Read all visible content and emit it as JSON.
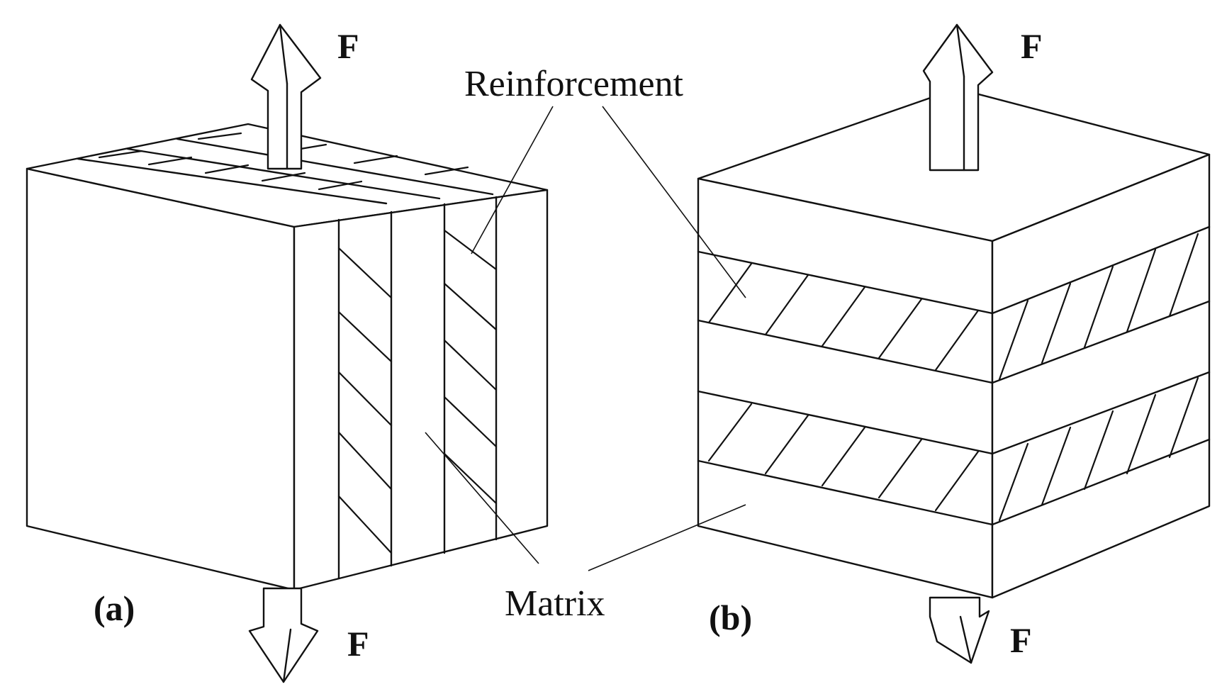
{
  "labels": {
    "force_top_a": "F",
    "force_bottom_a": "F",
    "force_top_b": "F",
    "force_bottom_b": "F",
    "reinforcement": "Reinforcement",
    "matrix": "Matrix",
    "panel_a": "(a)",
    "panel_b": "(b)"
  },
  "colors": {
    "line": "#111111",
    "background": "#ffffff"
  }
}
